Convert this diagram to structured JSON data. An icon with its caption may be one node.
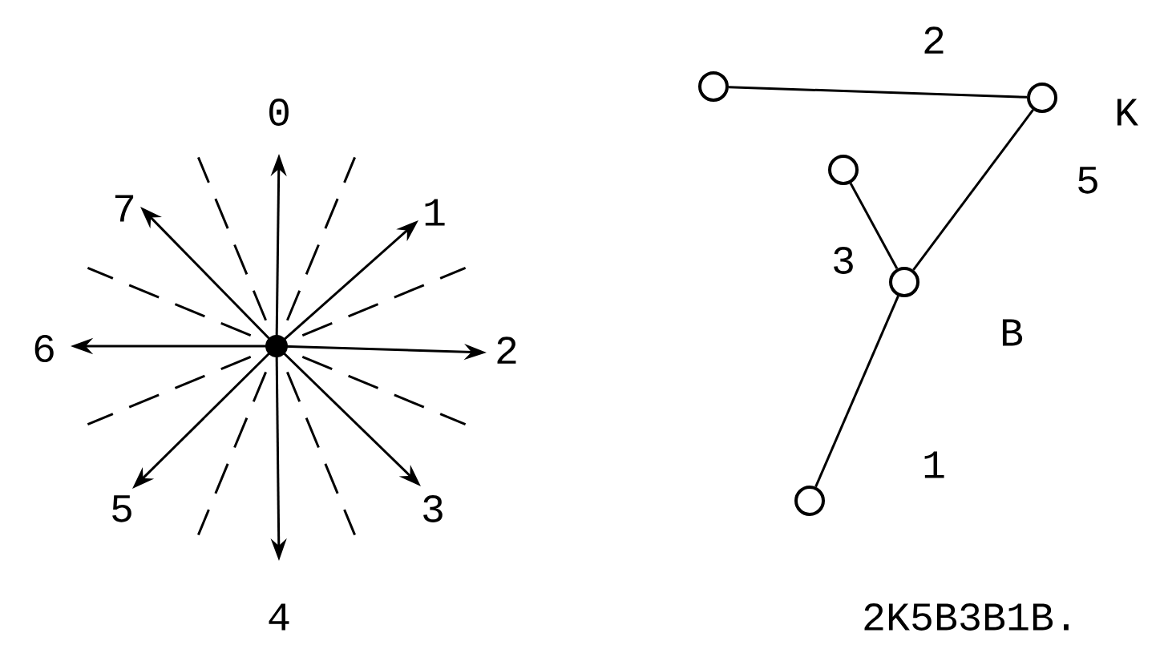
{
  "diagram": {
    "caption": "2K5B3B1B.",
    "nodes": [
      {
        "text": [],
        "shape": "circle"
      },
      {
        "text": [],
        "shape": "circle",
        "beside": [
          "K"
        ]
      },
      {
        "text": [],
        "shape": "circle"
      },
      {
        "text": [],
        "shape": "circle",
        "beside": [
          "B"
        ]
      },
      {
        "text": [],
        "shape": "circle"
      }
    ],
    "edges": [
      {
        "from": 0,
        "to": 1,
        "arrow": "none",
        "label": "2"
      },
      {
        "from": 1,
        "to": 3,
        "arrow": "none",
        "label": "5"
      },
      {
        "from": 2,
        "to": 3,
        "arrow": "none",
        "label": "3"
      },
      {
        "from": 4,
        "to": 3,
        "arrow": "none",
        "label": "1"
      }
    ],
    "labels": [
      "0",
      "7",
      "1",
      "6",
      "2",
      "5",
      "3",
      "4"
    ]
  }
}
